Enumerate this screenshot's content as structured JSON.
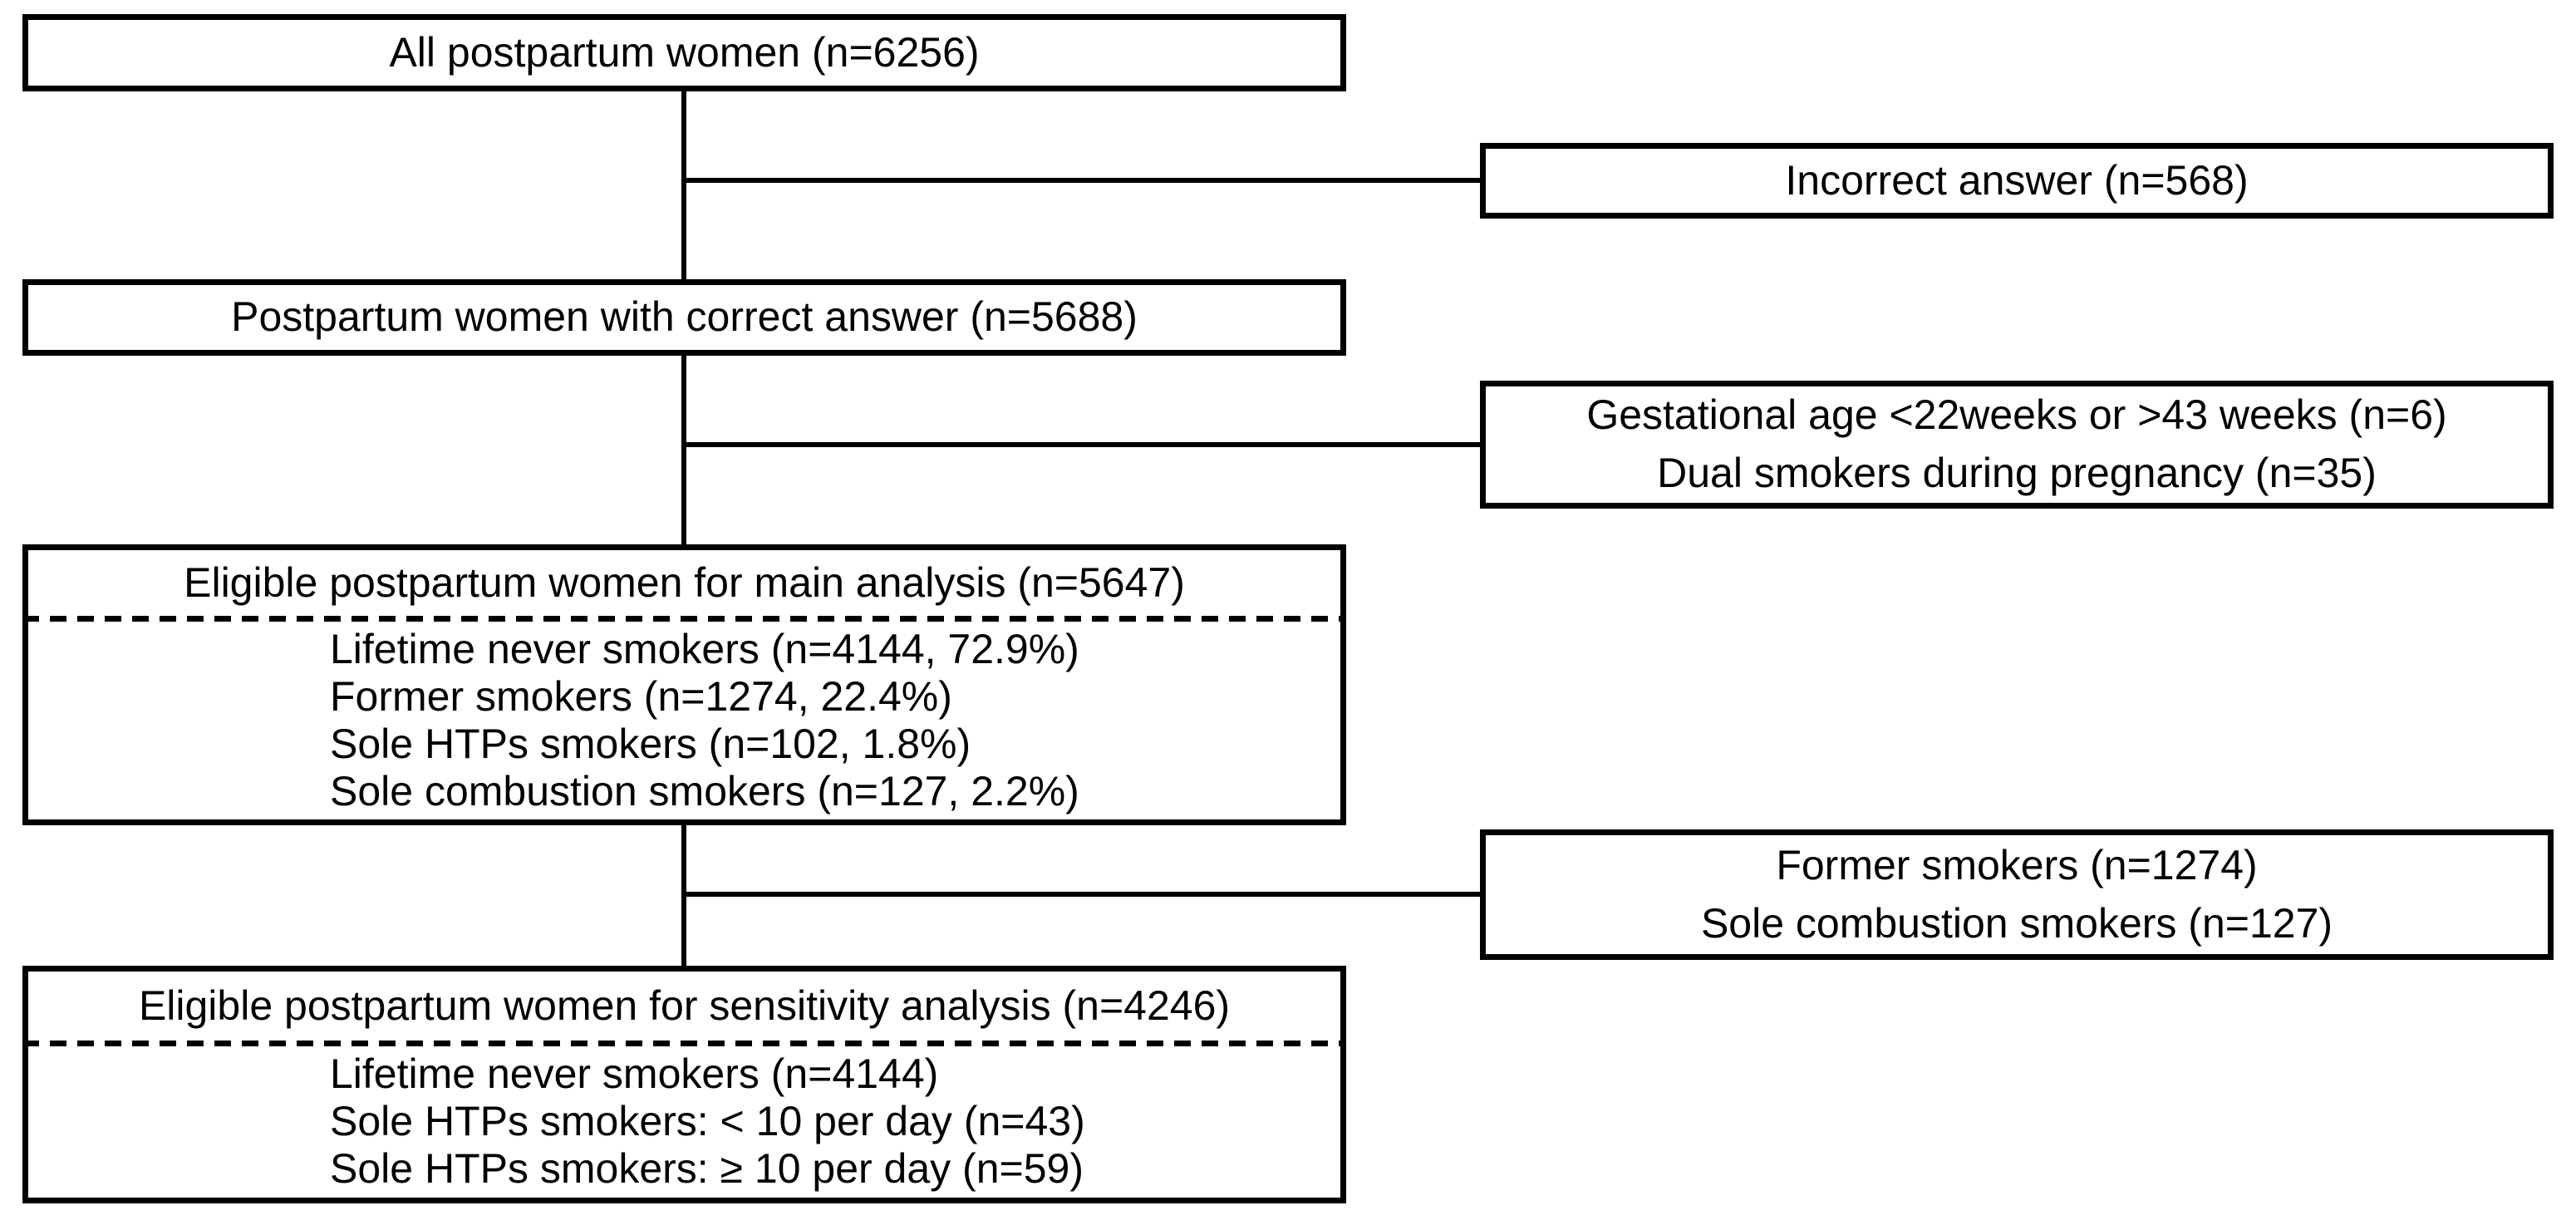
{
  "colors": {
    "background": "#ffffff",
    "border": "#000000",
    "text": "#000000",
    "connector": "#000000"
  },
  "flow_boxes": {
    "all_postpartum": {
      "text": "All postpartum women (n=6256)"
    },
    "correct_answer": {
      "text": "Postpartum women with correct answer (n=5688)"
    },
    "main_analysis": {
      "heading": "Eligible postpartum women for main analysis (n=5647)",
      "items": [
        "Lifetime never smokers (n=4144, 72.9%)",
        "Former smokers (n=1274, 22.4%)",
        "Sole HTPs smokers (n=102, 1.8%)",
        "Sole combustion smokers (n=127, 2.2%)"
      ]
    },
    "sensitivity_analysis": {
      "heading": "Eligible postpartum women for sensitivity analysis (n=4246)",
      "items": [
        "Lifetime never smokers (n=4144)",
        "Sole HTPs smokers: < 10 per day (n=43)",
        "Sole HTPs smokers: ≥ 10 per day (n=59)"
      ]
    }
  },
  "exclusion_boxes": {
    "incorrect_answer": {
      "lines": [
        "Incorrect answer (n=568)"
      ]
    },
    "gestational_dual": {
      "lines": [
        "Gestational age <22weeks or >43 weeks (n=6)",
        "Dual smokers during pregnancy (n=35)"
      ]
    },
    "former_combustion": {
      "lines": [
        "Former smokers (n=1274)",
        "Sole combustion smokers (n=127)"
      ]
    }
  }
}
